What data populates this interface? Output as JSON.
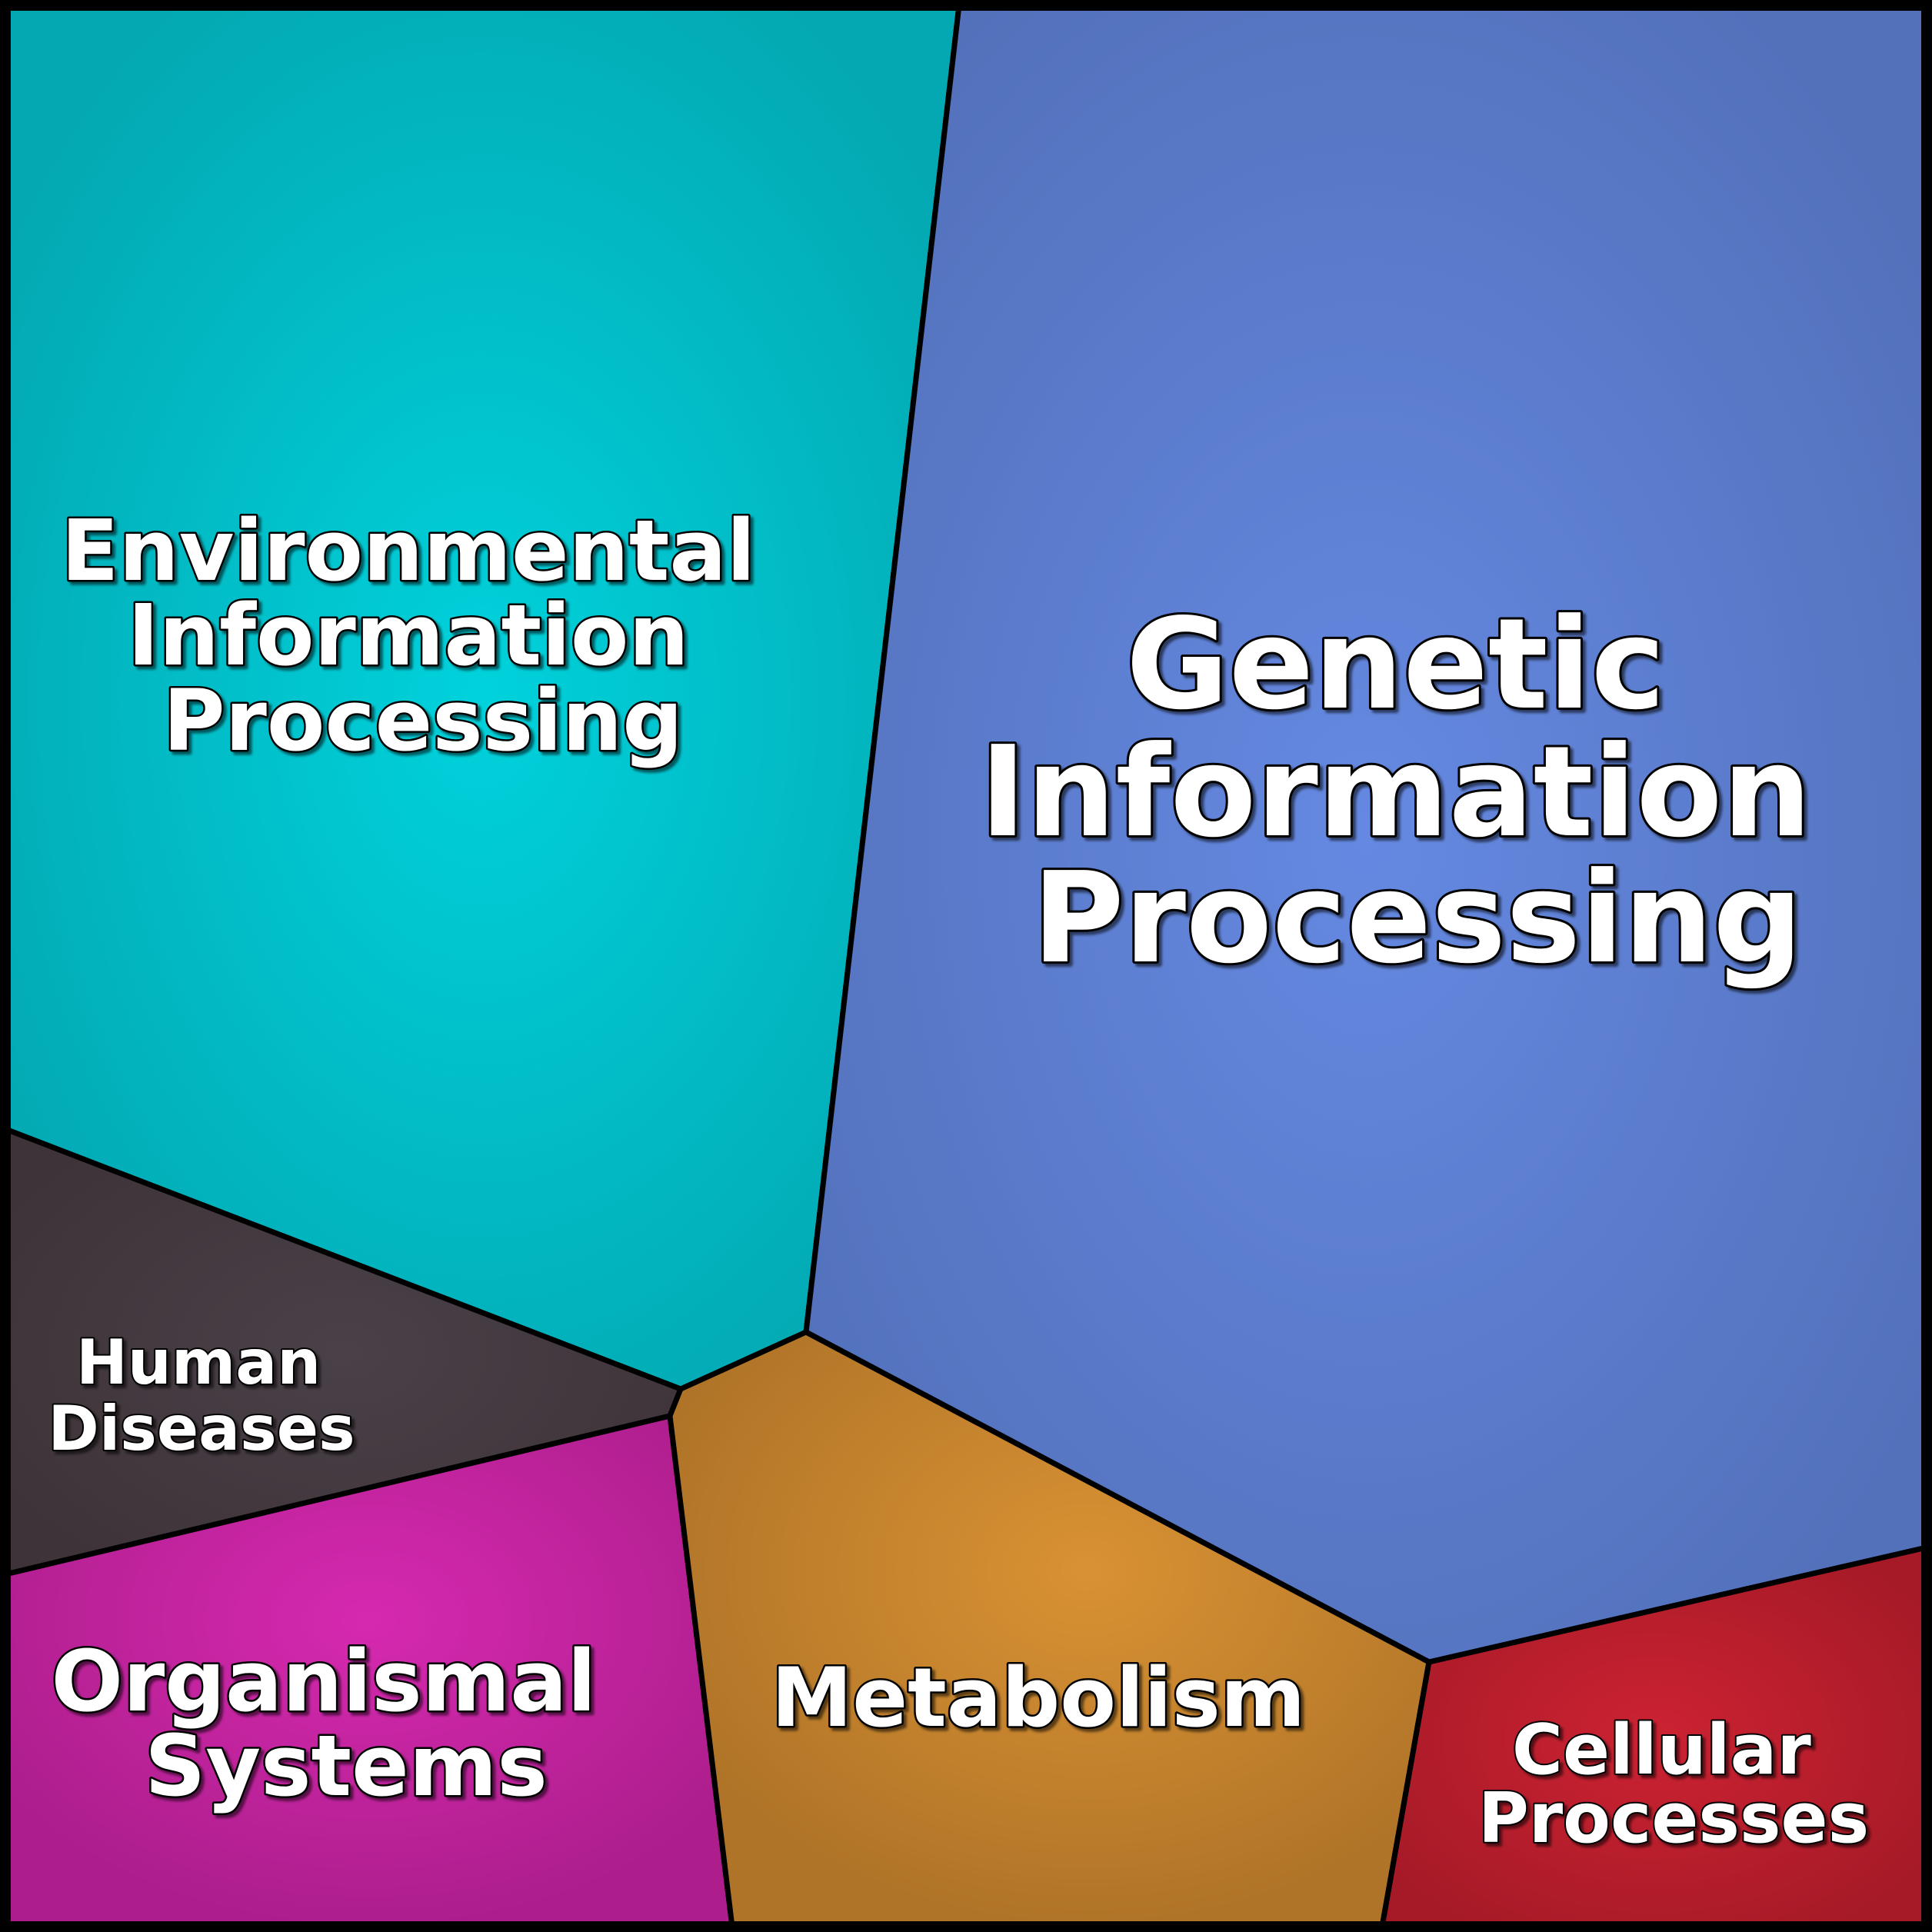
{
  "diagram": {
    "type": "voronoi-treemap",
    "regions": [
      {
        "id": "environmental",
        "lines": [
          "Environmental",
          "Information",
          "Processing"
        ],
        "color_center": "#00d2dc",
        "color_edge": "#03a8b2"
      },
      {
        "id": "genetic",
        "lines": [
          "Genetic",
          "Information",
          "Processing"
        ],
        "color_center": "#6589e2",
        "color_edge": "#5371bb"
      },
      {
        "id": "human-diseases",
        "lines": [
          "Human",
          "Diseases"
        ],
        "color_center": "#4a4048",
        "color_edge": "#3d3338"
      },
      {
        "id": "organismal",
        "lines": [
          "Organismal",
          "Systems"
        ],
        "color_center": "#d629b0",
        "color_edge": "#ad1e8c"
      },
      {
        "id": "metabolism",
        "lines": [
          "Metabolism"
        ],
        "color_center": "#d99233",
        "color_edge": "#b07428"
      },
      {
        "id": "cellular",
        "lines": [
          "Cellular",
          "Processes"
        ],
        "color_center": "#cc2232",
        "color_edge": "#a61a27"
      }
    ]
  }
}
